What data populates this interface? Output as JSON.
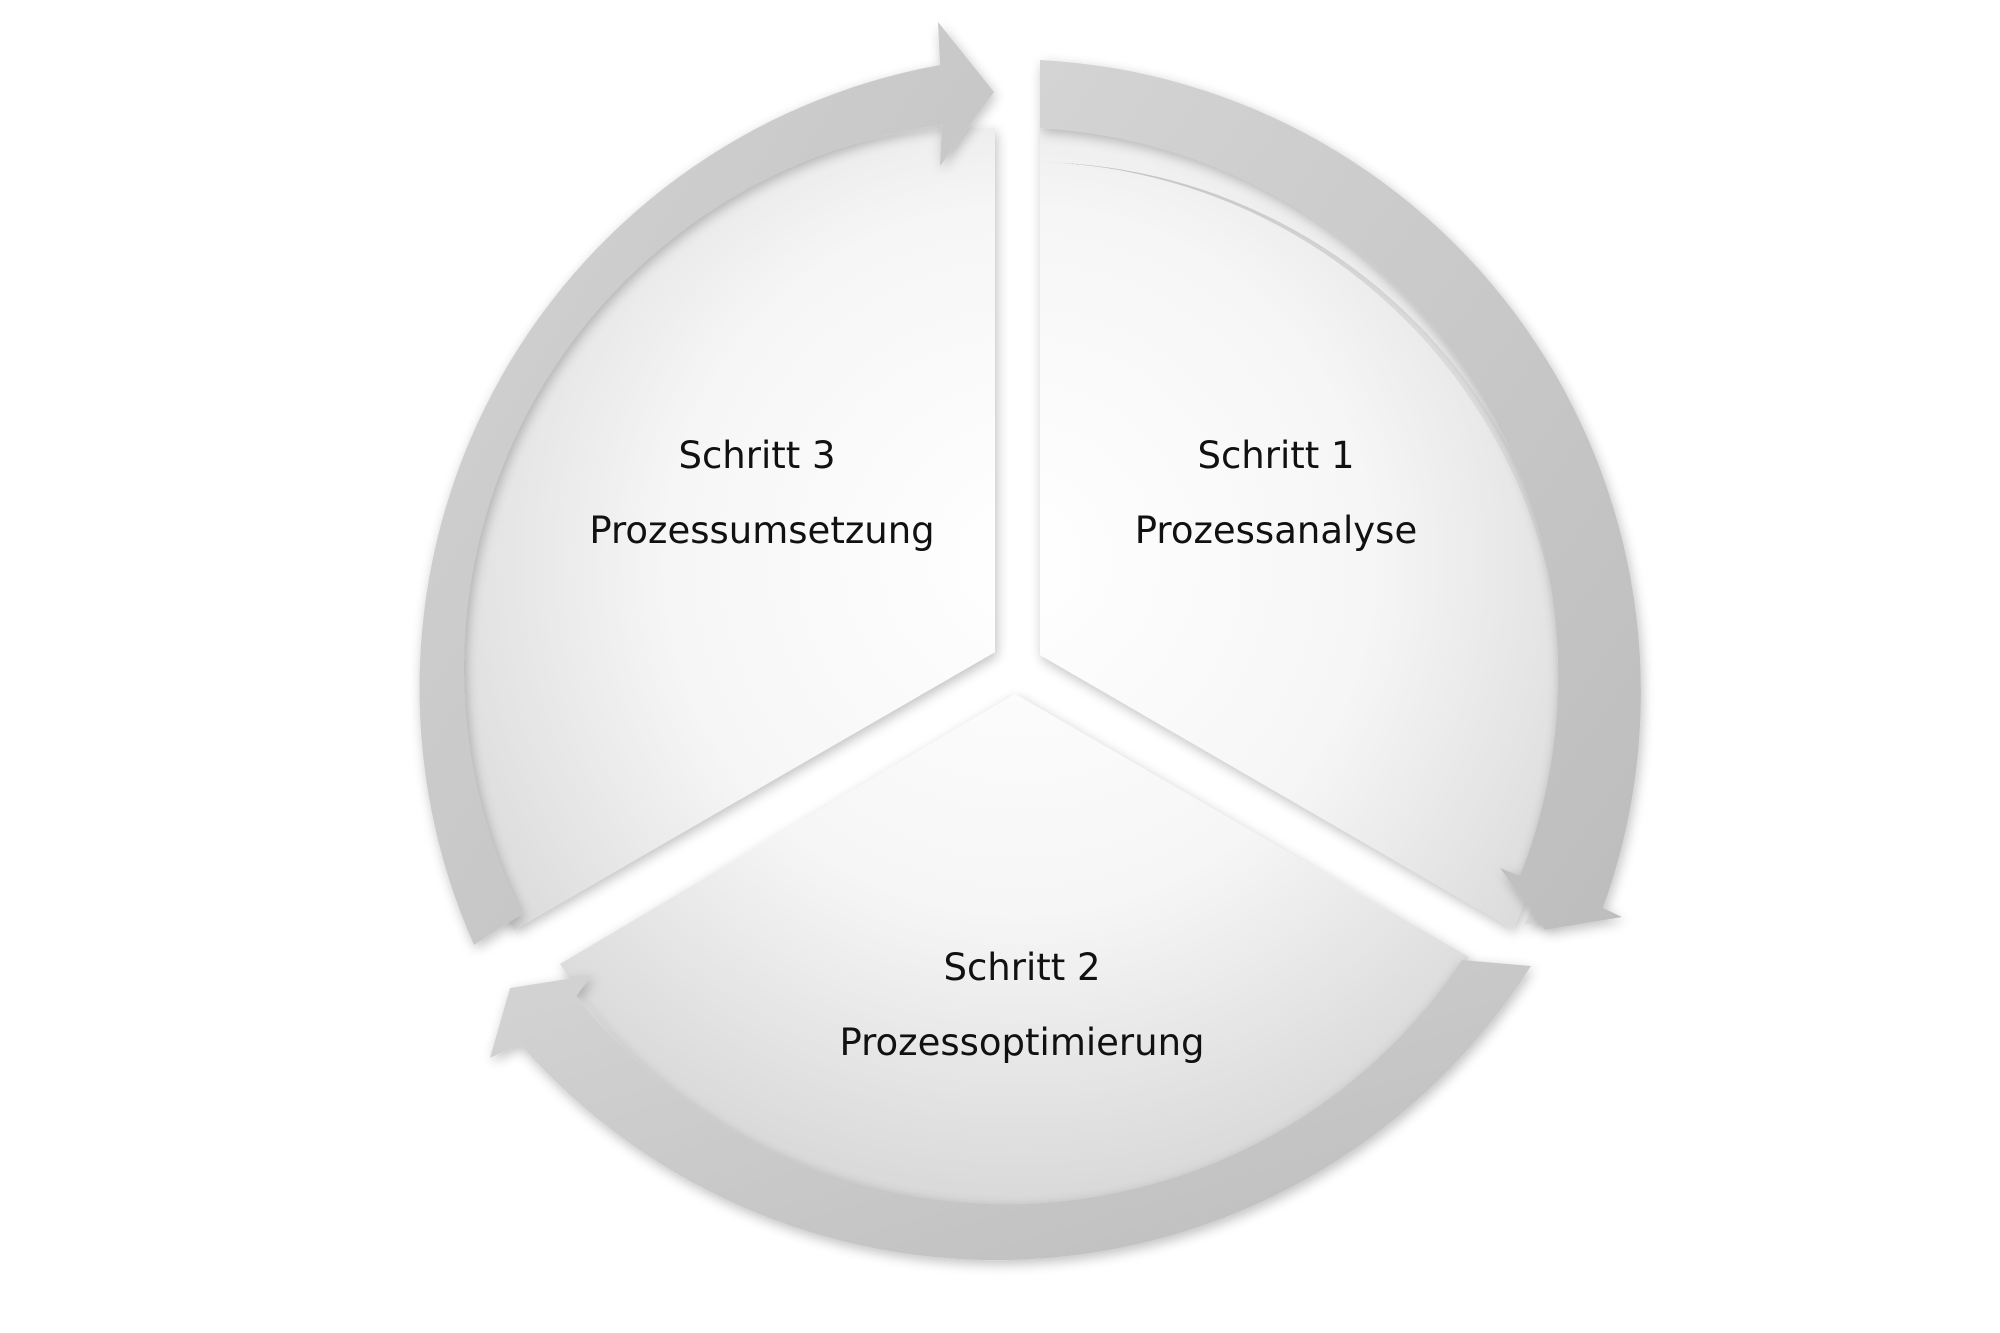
{
  "diagram": {
    "type": "cycle",
    "steps": [
      {
        "step": "Schritt 1",
        "name": "Prozessanalyse"
      },
      {
        "step": "Schritt 2",
        "name": "Prozessoptimierung"
      },
      {
        "step": "Schritt 3",
        "name": "Prozessumsetzung"
      }
    ],
    "colors": {
      "arrow": "#c2c2c2",
      "segment_light": "#ffffff",
      "segment_dark": "#dcdcdc",
      "text": "#111111"
    }
  }
}
